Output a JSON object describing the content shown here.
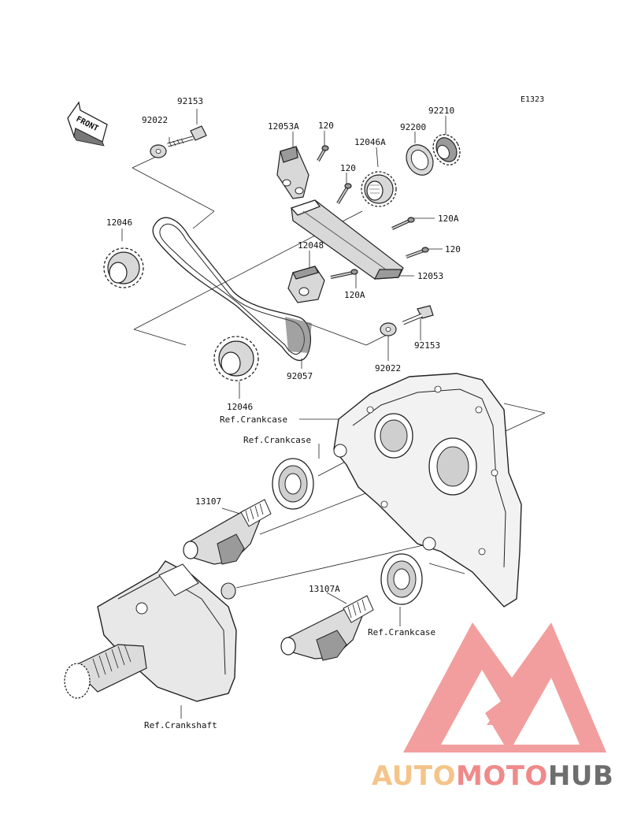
{
  "diagram_code": "E1323",
  "front_label": "FRONT",
  "part_labels": {
    "p92153_top": "92153",
    "p92022_top": "92022",
    "p12053A": "12053A",
    "p120_a": "120",
    "p12046A": "12046A",
    "p92200": "92200",
    "p92210": "92210",
    "p120_b": "120",
    "p120A_a": "120A",
    "p120_c": "120",
    "p12046_left": "12046",
    "p12048": "12048",
    "p12053": "12053",
    "p120A_b": "120A",
    "p92153_mid": "92153",
    "p92022_mid": "92022",
    "p92057": "92057",
    "p12046_bottom": "12046",
    "p13107": "13107",
    "p13107A": "13107A"
  },
  "ref_labels": {
    "crankcase_1": "Ref.Crankcase",
    "crankcase_2": "Ref.Crankcase",
    "crankcase_3": "Ref.Crankcase",
    "crankshaft": "Ref.Crankshaft"
  },
  "watermark": {
    "part_1": "AUTO",
    "part_2": "MOTO",
    "part_3": "HUB",
    "color_1": "#f5c48a",
    "color_2": "#f08a8a",
    "color_3": "#6e6e6e",
    "logo_color": "#f29494"
  }
}
